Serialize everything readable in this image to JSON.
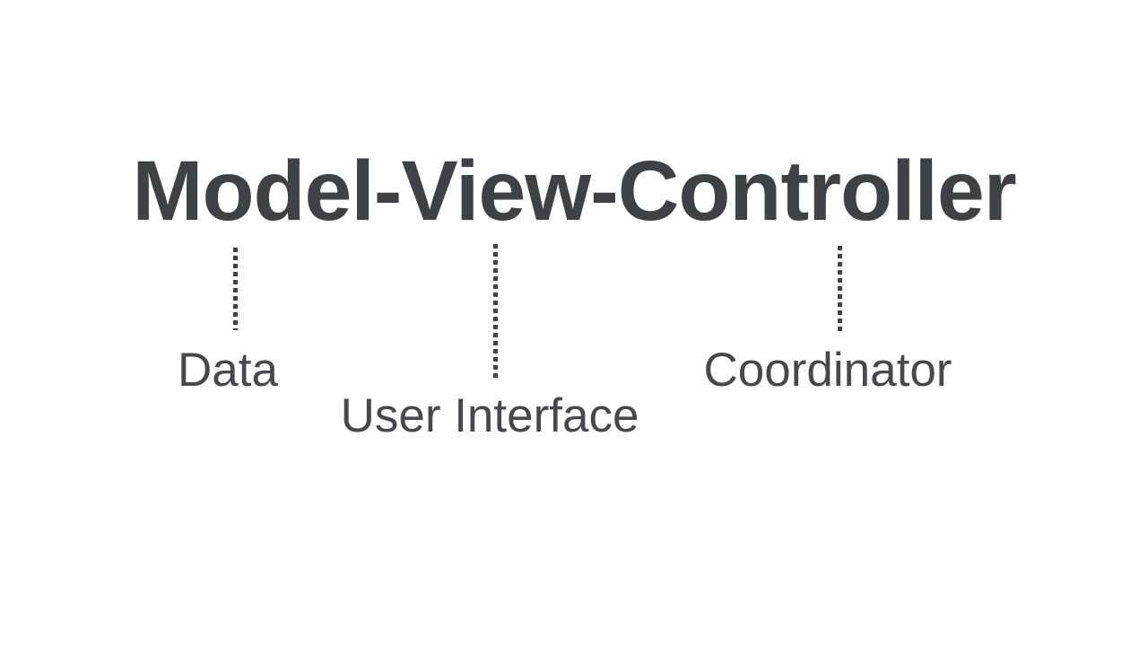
{
  "title": "Model-View-Controller",
  "annotations": [
    {
      "component": "Model",
      "label": "Data"
    },
    {
      "component": "View",
      "label": "User Interface"
    },
    {
      "component": "Controller",
      "label": "Coordinator"
    }
  ],
  "colors": {
    "background": "#ffffff",
    "title_text": "#3e4247",
    "label_text": "#45494d",
    "connector_dots": "#3e4247"
  }
}
